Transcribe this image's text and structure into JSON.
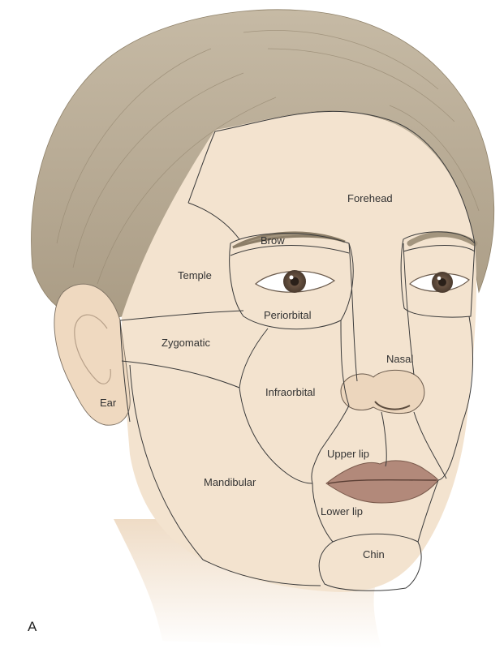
{
  "figure": {
    "panel_letter": "A",
    "region_labels": {
      "forehead": "Forehead",
      "brow": "Brow",
      "temple": "Temple",
      "periorbital": "Periorbital",
      "zygomatic": "Zygomatic",
      "nasal": "Nasal",
      "infraorbital": "Infraorbital",
      "ear": "Ear",
      "upper_lip": "Upper lip",
      "mandibular": "Mandibular",
      "lower_lip": "Lower lip",
      "chin": "Chin"
    }
  },
  "colors": {
    "skin": "#f3e3cf",
    "skin_shadow": "#e8d1b6",
    "hair": "#b8ab95",
    "hair_dark": "#968872",
    "lip": "#a88070",
    "iris": "#5c4a3c",
    "region_line": "#3a3a3a"
  }
}
